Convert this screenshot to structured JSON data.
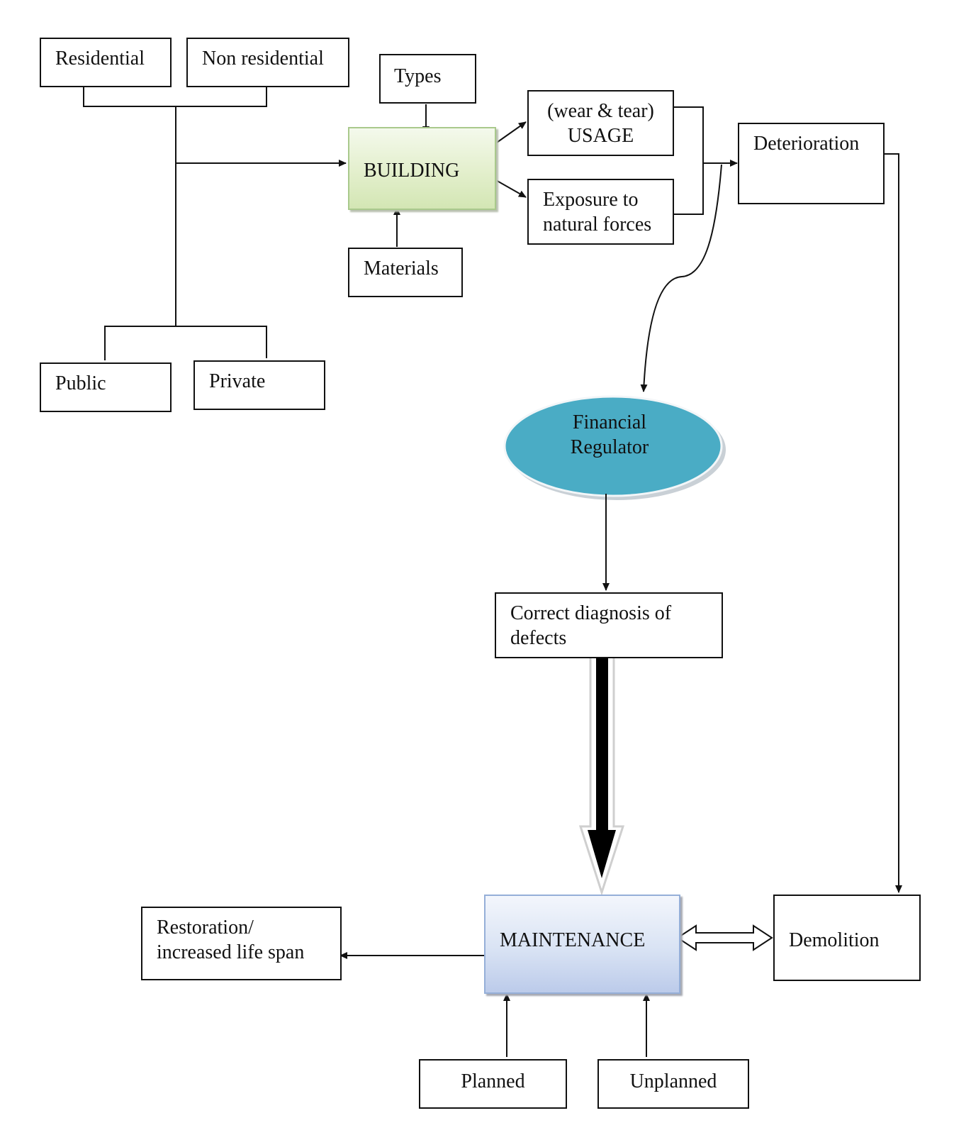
{
  "diagram": {
    "building": "BUILDING",
    "types": "Types",
    "materials": "Materials",
    "residential": "Residential",
    "non_residential": "Non residential",
    "public": "Public",
    "private": "Private",
    "usage": "(wear & tear)\nUSAGE",
    "exposure": "Exposure to\nnatural forces",
    "deterioration": "Deterioration",
    "financial_regulator": "Financial\nRegulator",
    "diagnosis": "Correct diagnosis of\ndefects",
    "maintenance": "MAINTENANCE",
    "restoration": "Restoration/\nincreased life span",
    "demolition": "Demolition",
    "planned": "Planned",
    "unplanned": "Unplanned"
  },
  "colors": {
    "building_fill": "#e3efcc",
    "maintenance_fill": "#d9e3f4",
    "ellipse_fill": "#4aacc5"
  }
}
